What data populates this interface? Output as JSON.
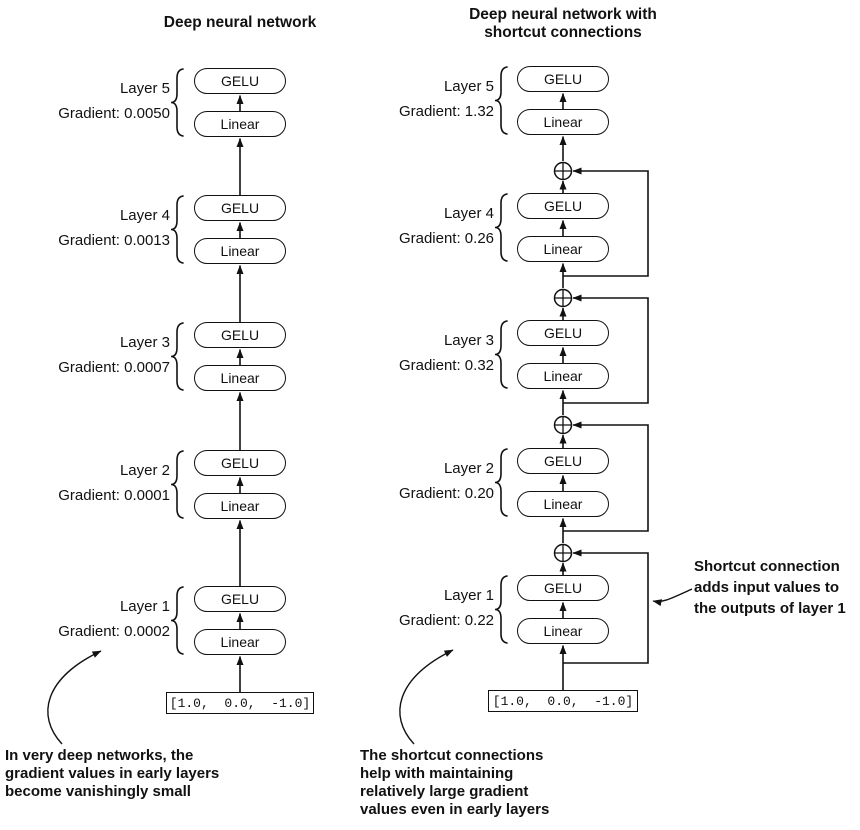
{
  "labels": {
    "gelu": "GELU",
    "linear": "Linear"
  },
  "left": {
    "title": "Deep neural network",
    "layers": [
      {
        "name": "Layer 5",
        "gradient": "Gradient: 0.0050"
      },
      {
        "name": "Layer 4",
        "gradient": "Gradient: 0.0013"
      },
      {
        "name": "Layer 3",
        "gradient": "Gradient: 0.0007"
      },
      {
        "name": "Layer 2",
        "gradient": "Gradient: 0.0001"
      },
      {
        "name": "Layer 1",
        "gradient": "Gradient: 0.0002"
      }
    ],
    "input": "[1.0,  0.0,  -1.0]",
    "annotation": "In very deep networks, the\ngradient values in early layers\nbecome vanishingly small"
  },
  "right": {
    "title": "Deep neural network with\nshortcut connections",
    "layers": [
      {
        "name": "Layer 5",
        "gradient": "Gradient: 1.32"
      },
      {
        "name": "Layer 4",
        "gradient": "Gradient: 0.26"
      },
      {
        "name": "Layer 3",
        "gradient": "Gradient: 0.32"
      },
      {
        "name": "Layer 2",
        "gradient": "Gradient: 0.20"
      },
      {
        "name": "Layer 1",
        "gradient": "Gradient: 0.22"
      }
    ],
    "input": "[1.0,  0.0,  -1.0]",
    "annotation": "The shortcut connections\nhelp with maintaining\nrelatively large gradient\nvalues even in early layers",
    "shortcut_note": "Shortcut connection\nadds input values to\nthe outputs of layer 1"
  },
  "colors": {
    "ink": "#111111",
    "background": "#ffffff"
  }
}
